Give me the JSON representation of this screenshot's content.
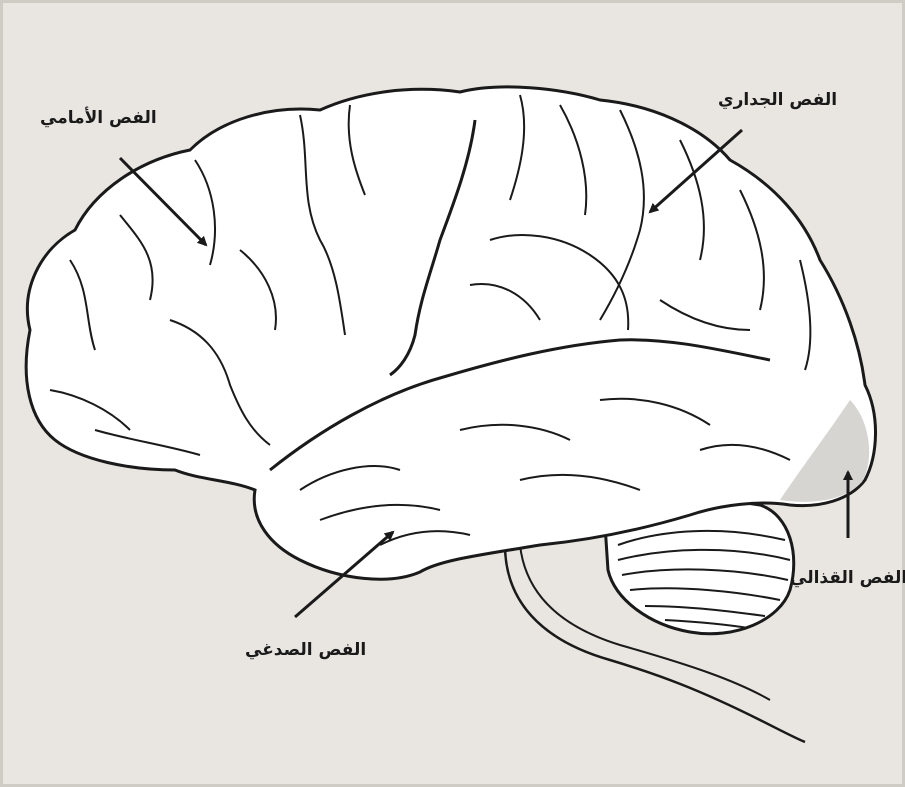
{
  "labels": {
    "frontal": "الفص الأمامي",
    "parietal": "الفص الجداري",
    "temporal": "الفص الصدغي",
    "occipital": "الفص القذالي"
  },
  "colors": {
    "paper": "#e9e6e1",
    "ink": "#1a1a1a",
    "brain_fill": "#ffffff",
    "shade": "#d2d0cc"
  }
}
